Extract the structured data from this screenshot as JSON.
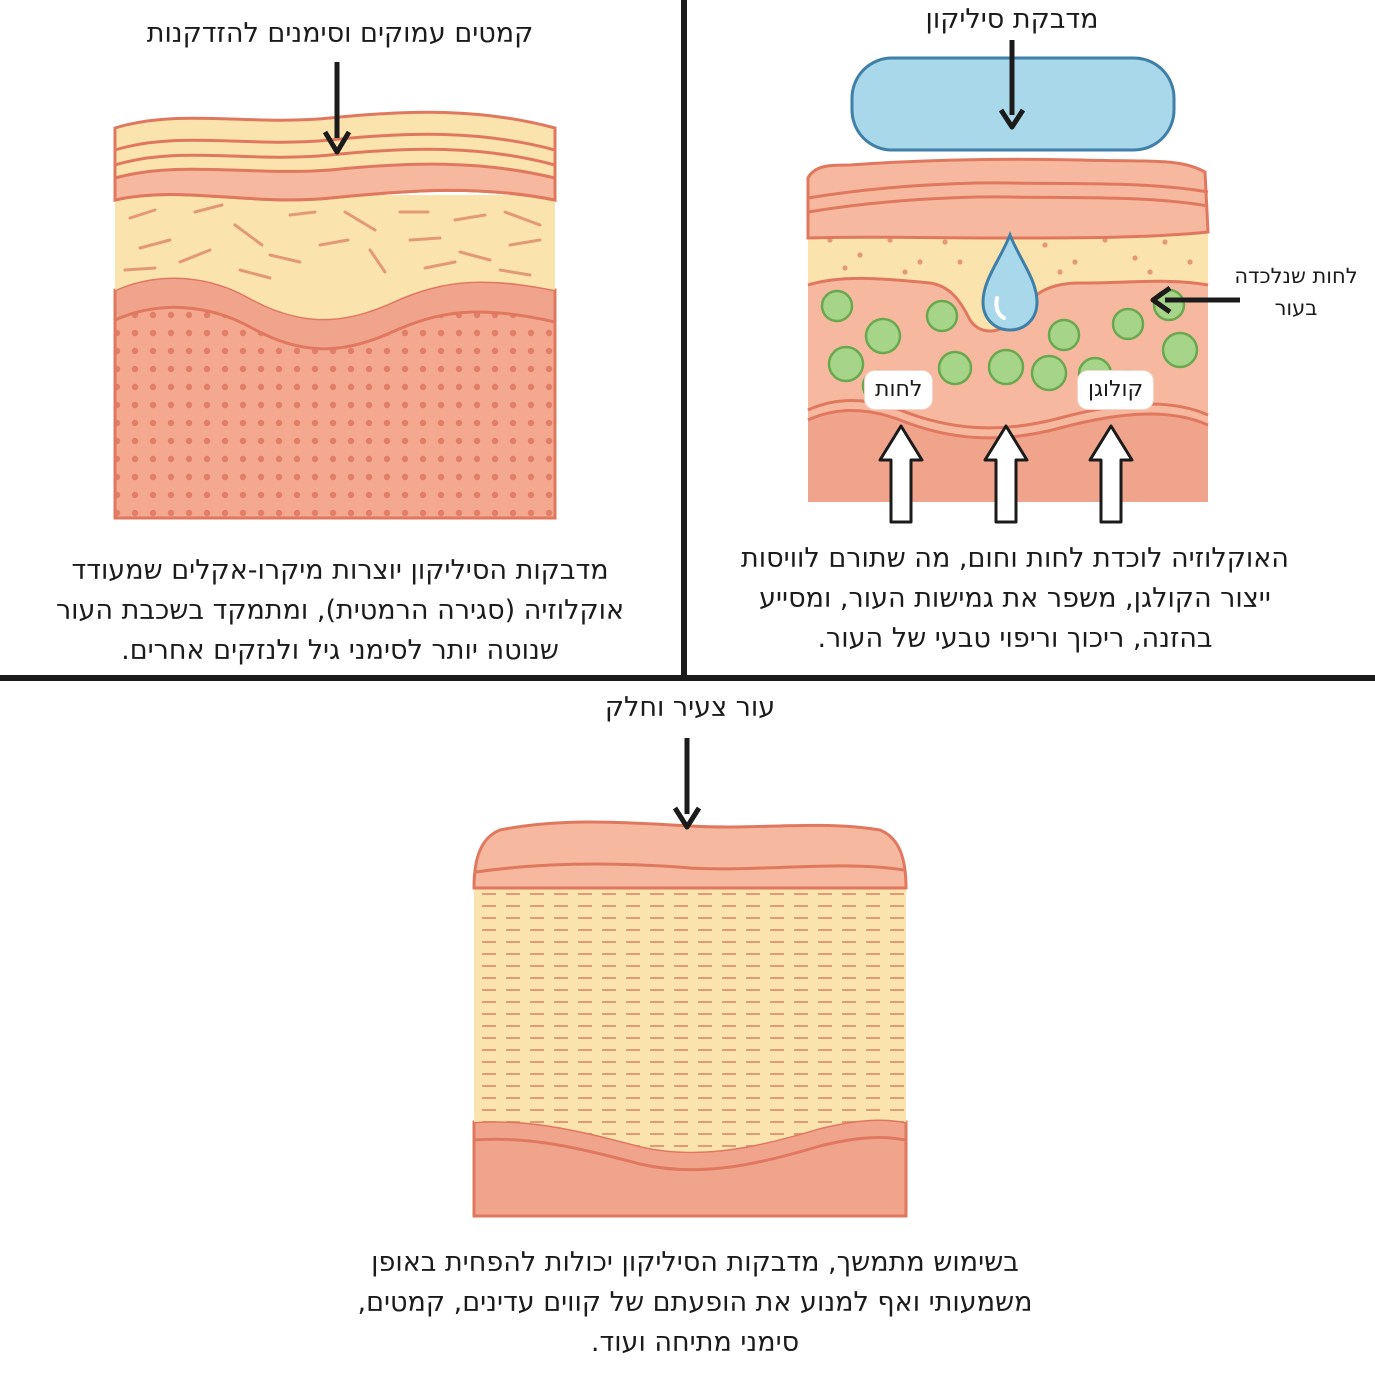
{
  "panels": {
    "aging": {
      "label": "קמטים עמוקים וסימנים להזדקנות",
      "caption": "מדבקות הסיליקון יוצרות מיקרו-אקלים שמעודד אוקלוזיה (סגירה הרמטית), ומתמקד בשכבת העור שנוטה יותר לסימני גיל ולנזקים אחרים."
    },
    "silicone": {
      "label": "מדבקת סיליקון",
      "side_label": "לחות שנלכדה בעור",
      "tag_moisture": "לחות",
      "tag_collagen": "קולוגן",
      "caption": "האוקלוזיה לוכדת לחות וחום, מה שתורם לוויסות ייצור הקולגן, משפר את גמישות העור, ומסייע בהזנה, ריכוך וריפוי טבעי של העור."
    },
    "young": {
      "label": "עור צעיר וחלק",
      "caption": "בשימוש מתמשך, מדבקות הסיליקון יכולות להפחית באופן משמעותי ואף למנוע את הופעתם של קווים עדינים, קמטים, סימני מתיחה ועוד."
    }
  },
  "colors": {
    "line": "#1b1b1b",
    "epidermis": "#f6b9a0",
    "stroke": "#e0785f",
    "cream": "#fbe3ae",
    "dermis": "#f1a48c",
    "patch": "#a8d8ea",
    "patch_stroke": "#3f7fa8",
    "cell": "#a6d488",
    "cell_stroke": "#6aa84f"
  }
}
